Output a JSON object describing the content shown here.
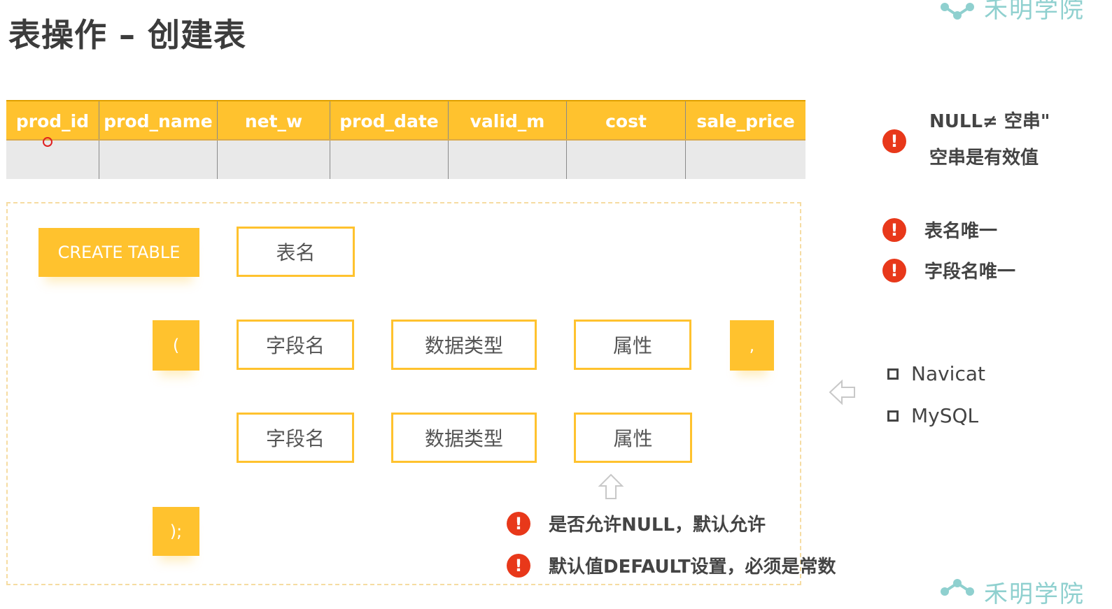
{
  "slide": {
    "title": "表操作 – 创建表",
    "logo": {
      "text": "禾明学院"
    }
  },
  "table": {
    "columns": [
      "prod_id",
      "prod_name",
      "net_w",
      "prod_date",
      "valid_m",
      "cost",
      "sale_price"
    ]
  },
  "diagram": {
    "create_table": "CREATE TABLE",
    "table_name": "表名",
    "open_paren": "(",
    "comma": ",",
    "close": ");",
    "rows": [
      {
        "field": "字段名",
        "type": "数据类型",
        "attr": "属性"
      },
      {
        "field": "字段名",
        "type": "数据类型",
        "attr": "属性"
      }
    ]
  },
  "notes": {
    "null_note_line1": "NULL≠ 空串\"",
    "null_note_line2": "空串是有效值",
    "unique_table": "表名唯一",
    "unique_field": "字段名唯一",
    "nullable": "是否允许NULL，默认允许",
    "default_value": "默认值DEFAULT设置，必须是常数"
  },
  "tools": [
    "Navicat",
    "MySQL"
  ],
  "colors": {
    "accent": "#ffc22e",
    "warning": "#e8381a",
    "logo": "#8fd0cf"
  }
}
